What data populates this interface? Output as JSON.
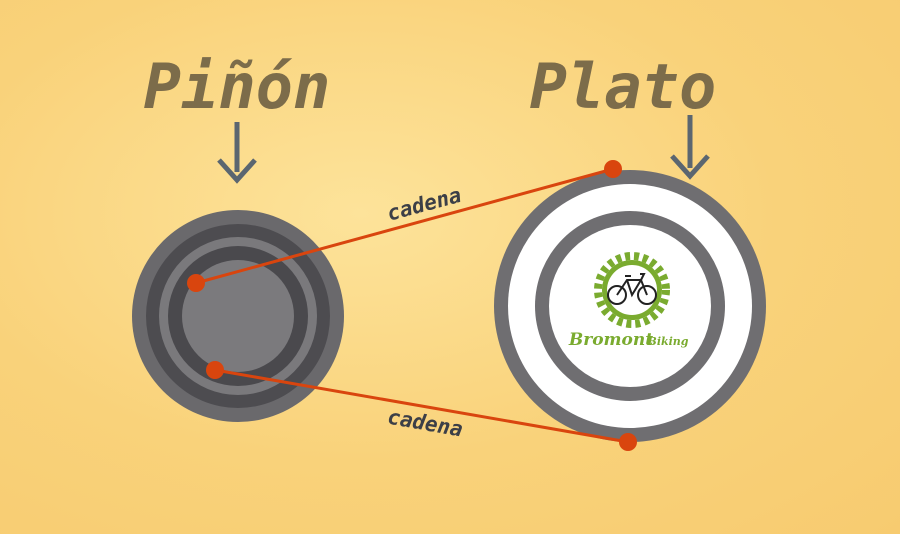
{
  "labels": {
    "pinon": "Piñón",
    "plato": "Plato",
    "chain_top": "cadena",
    "chain_bottom": "cadena"
  },
  "logo": {
    "name": "Bromont",
    "subtitle": "Biking",
    "icon": "bicycle-gear-icon"
  },
  "colors": {
    "background": "#f9d27a",
    "title": "#7c6c4a",
    "arrow": "#5b6670",
    "chain": "#d9450e",
    "gear_dark": "#5a5a5d",
    "gear_ring": "#6f6e71",
    "logo_green": "#7aab2f"
  }
}
